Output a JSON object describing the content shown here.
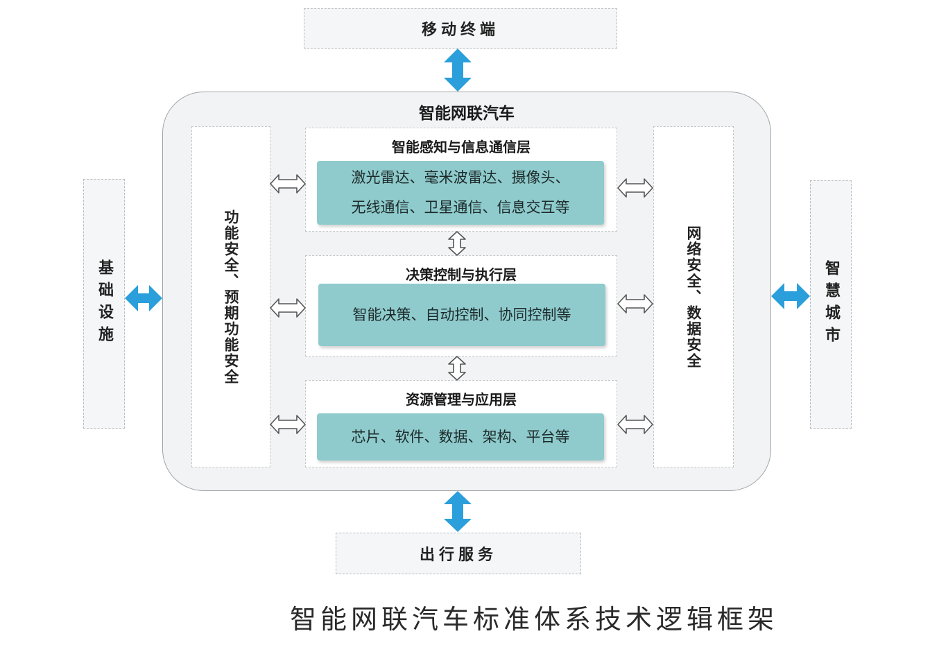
{
  "diagram": {
    "top_box": "移动终端",
    "bottom_box": "出行服务",
    "left_box": "基础设施",
    "right_box": "智慧城市",
    "main_title": "智能网联汽车",
    "left_column": "功能安全、预期功能安全",
    "right_column": "网络安全、数据安全",
    "layers": [
      {
        "title": "智能感知与信息通信层",
        "lines": [
          "激光雷达、毫米波雷达、摄像头、",
          "无线通信、卫星通信、信息交互等"
        ]
      },
      {
        "title": "决策控制与执行层",
        "lines": [
          "智能决策、自动控制、协同控制等"
        ]
      },
      {
        "title": "资源管理与应用层",
        "lines": [
          "芯片、软件、数据、架构、平台等"
        ]
      }
    ],
    "caption": "智能网联汽车标准体系技术逻辑框架"
  },
  "colors": {
    "accent_arrow": "#2a9fdb",
    "content_fill": "#8fcbcd",
    "frame_fill": "#f1f3f4"
  }
}
